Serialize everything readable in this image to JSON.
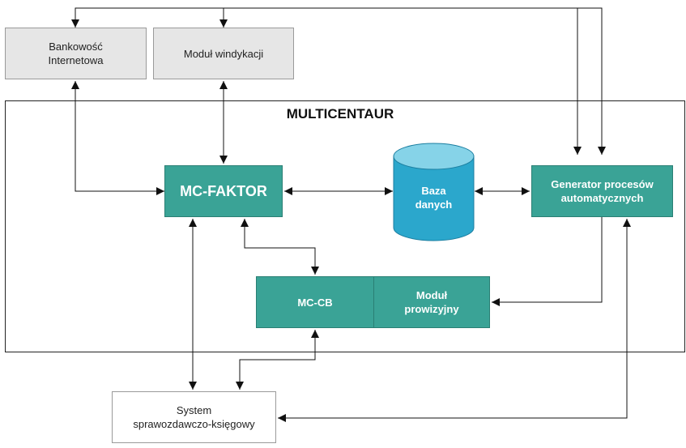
{
  "container": {
    "title": "MULTICENTAUR"
  },
  "nodes": {
    "bankowosc": "Bankowość\nInternetowa",
    "windykacja": "Moduł windykacji",
    "mcfaktor": "MC-FAKTOR",
    "baza": "Baza\ndanych",
    "generator": "Generator procesów\nautomatycznych",
    "mccb": "MC-CB",
    "prowizyjny": "Moduł\nprowizyjny",
    "system": "System\nsprawozdawczo-księgowy"
  },
  "colors": {
    "module_fill": "#3aa396",
    "external_fill": "#e6e6e6",
    "database_side": "#2ba7cc",
    "database_top": "#86d3e8",
    "line": "#111111"
  }
}
